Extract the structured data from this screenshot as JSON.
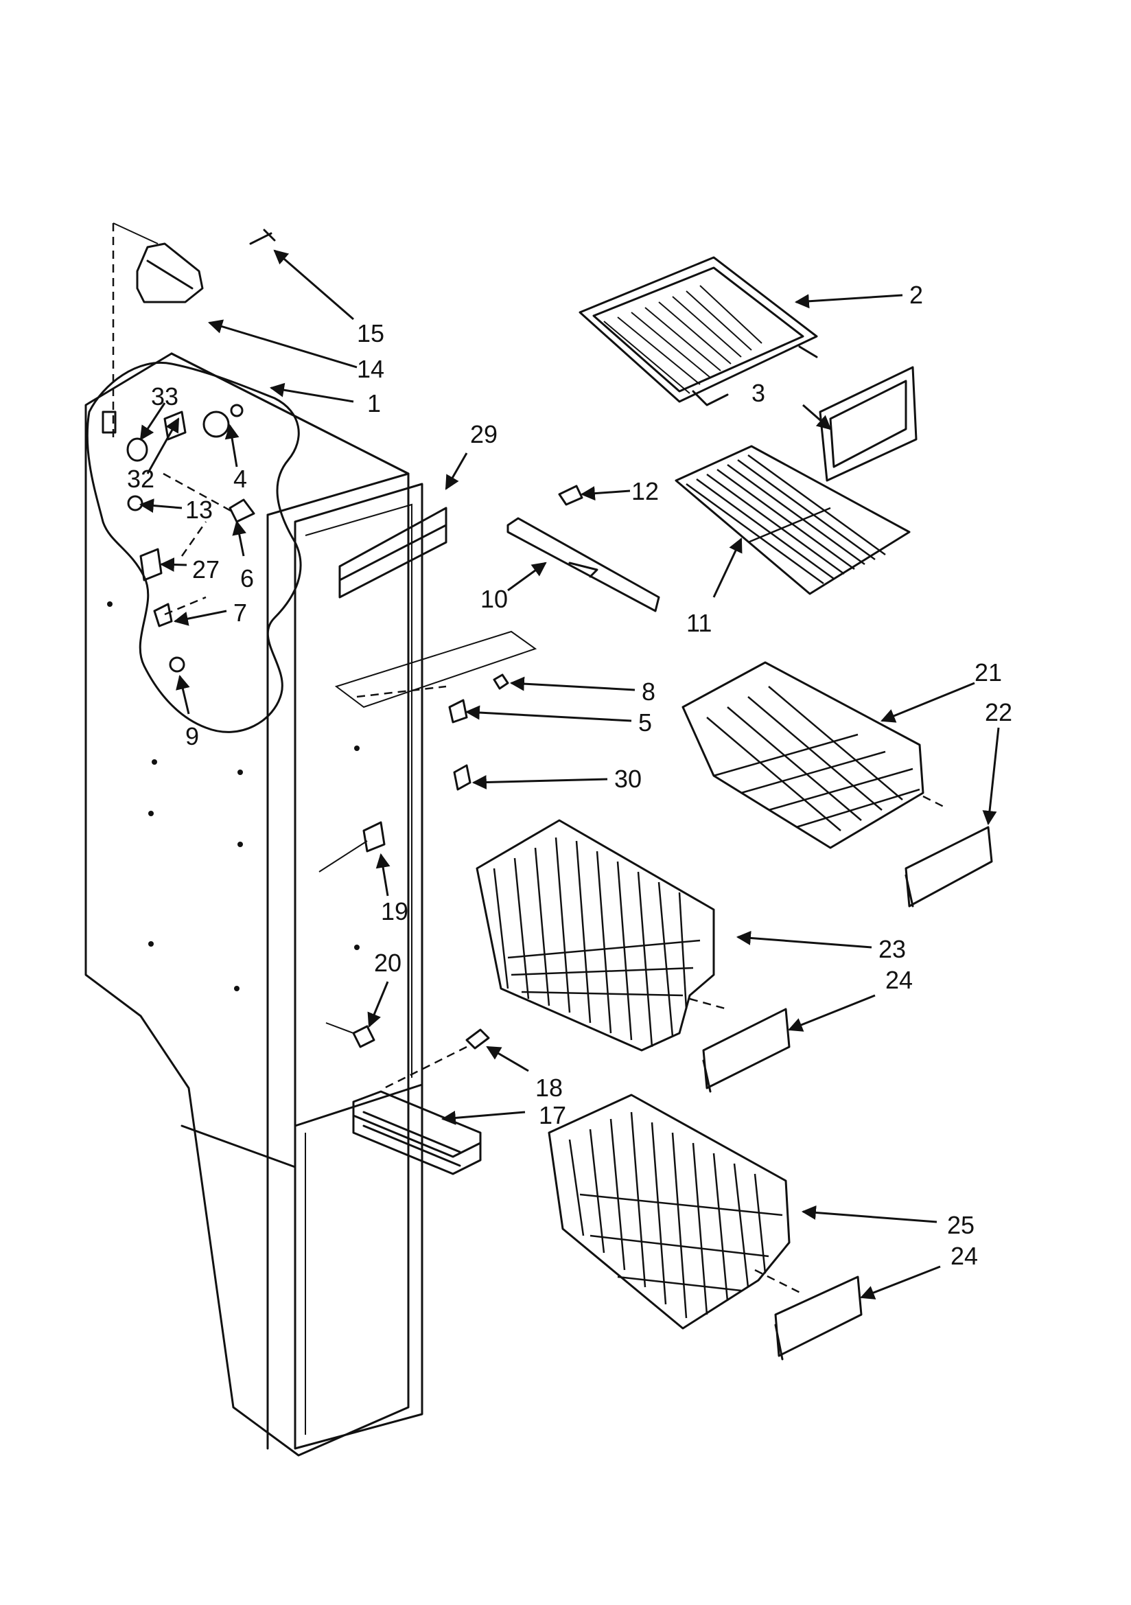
{
  "callouts": {
    "c1": "1",
    "c2": "2",
    "c3": "3",
    "c4": "4",
    "c5": "5",
    "c6": "6",
    "c7": "7",
    "c8": "8",
    "c9": "9",
    "c10": "10",
    "c11": "11",
    "c12": "12",
    "c13": "13",
    "c14": "14",
    "c15": "15",
    "c17": "17",
    "c18": "18",
    "c19": "19",
    "c20": "20",
    "c21": "21",
    "c22": "22",
    "c23": "23",
    "c24a": "24",
    "c24b": "24",
    "c25": "25",
    "c27": "27",
    "c29": "29",
    "c30": "30",
    "c32": "32",
    "c33": "33"
  },
  "colors": {
    "ink": "#111111",
    "paper": "#ffffff"
  }
}
